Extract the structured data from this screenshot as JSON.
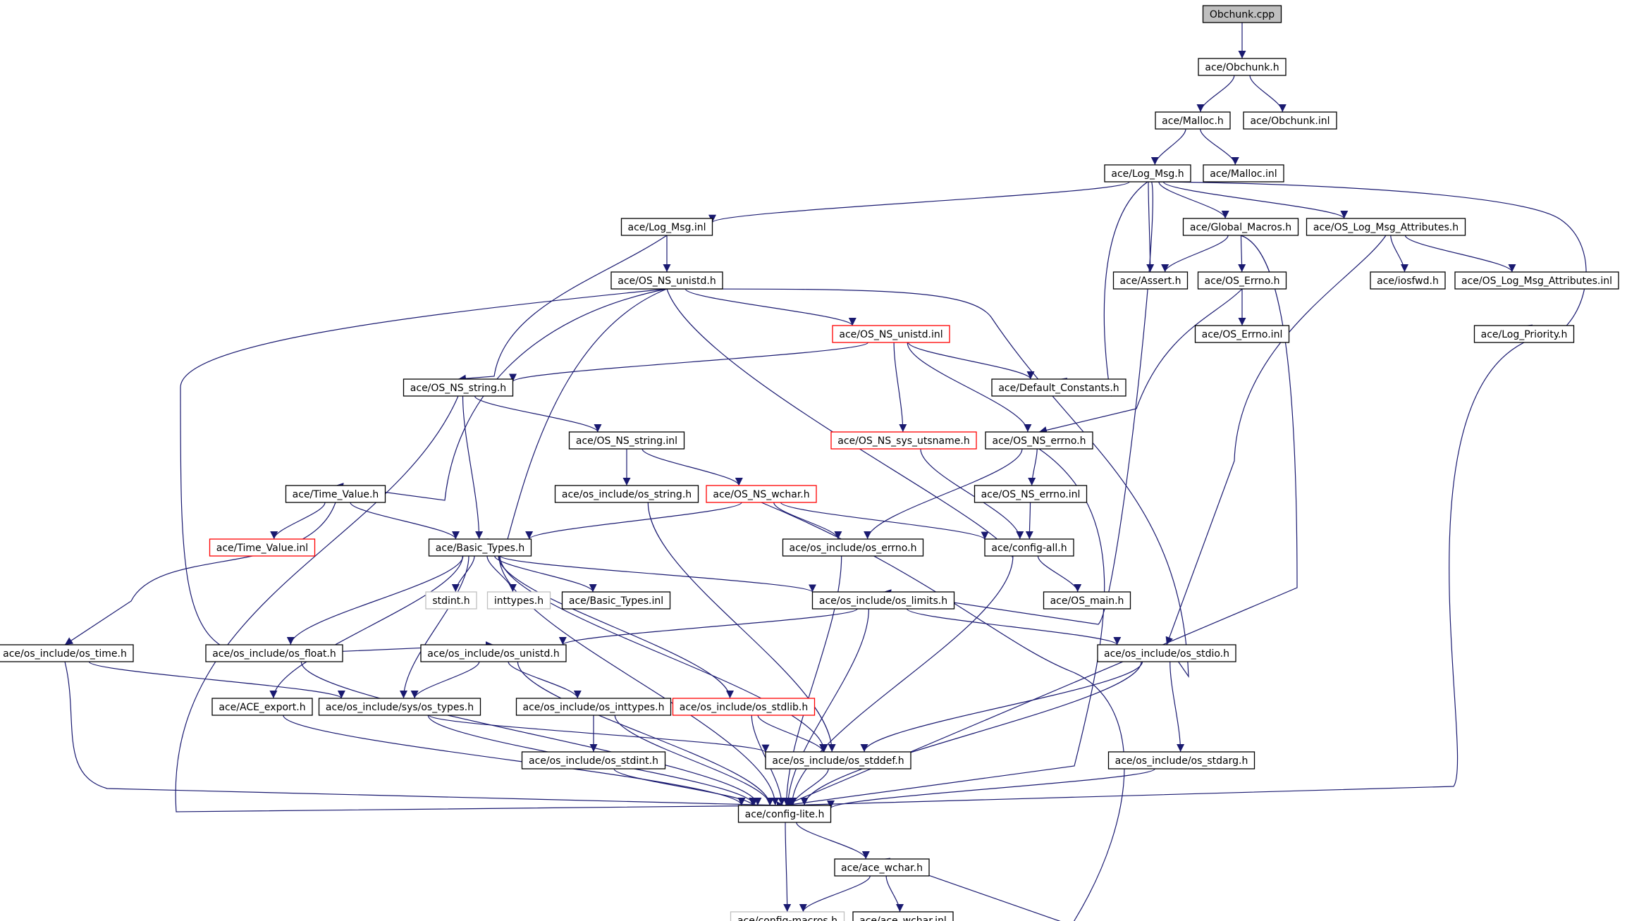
{
  "nodes": [
    {
      "id": "obchunk_cpp",
      "label": "Obchunk.cpp",
      "style": "root"
    },
    {
      "id": "obchunk_h",
      "label": "ace/Obchunk.h",
      "style": "normal"
    },
    {
      "id": "malloc_h",
      "label": "ace/Malloc.h",
      "style": "normal"
    },
    {
      "id": "obchunk_inl",
      "label": "ace/Obchunk.inl",
      "style": "normal"
    },
    {
      "id": "log_msg_h",
      "label": "ace/Log_Msg.h",
      "style": "normal"
    },
    {
      "id": "malloc_inl",
      "label": "ace/Malloc.inl",
      "style": "normal"
    },
    {
      "id": "log_msg_inl",
      "label": "ace/Log_Msg.inl",
      "style": "normal"
    },
    {
      "id": "global_macros_h",
      "label": "ace/Global_Macros.h",
      "style": "normal"
    },
    {
      "id": "os_log_msg_attr_h",
      "label": "ace/OS_Log_Msg_Attributes.h",
      "style": "normal"
    },
    {
      "id": "os_ns_unistd_h",
      "label": "ace/OS_NS_unistd.h",
      "style": "normal"
    },
    {
      "id": "assert_h",
      "label": "ace/Assert.h",
      "style": "normal"
    },
    {
      "id": "os_errno_h",
      "label": "ace/OS_Errno.h",
      "style": "normal"
    },
    {
      "id": "iosfwd_h",
      "label": "ace/iosfwd.h",
      "style": "normal"
    },
    {
      "id": "os_log_msg_attr_inl",
      "label": "ace/OS_Log_Msg_Attributes.inl",
      "style": "normal"
    },
    {
      "id": "os_ns_unistd_inl",
      "label": "ace/OS_NS_unistd.inl",
      "style": "red"
    },
    {
      "id": "os_errno_inl",
      "label": "ace/OS_Errno.inl",
      "style": "normal"
    },
    {
      "id": "log_priority_h",
      "label": "ace/Log_Priority.h",
      "style": "normal"
    },
    {
      "id": "os_ns_string_h",
      "label": "ace/OS_NS_string.h",
      "style": "normal"
    },
    {
      "id": "default_constants_h",
      "label": "ace/Default_Constants.h",
      "style": "normal"
    },
    {
      "id": "os_ns_string_inl",
      "label": "ace/OS_NS_string.inl",
      "style": "normal"
    },
    {
      "id": "os_ns_sys_utsname_h",
      "label": "ace/OS_NS_sys_utsname.h",
      "style": "red"
    },
    {
      "id": "os_ns_errno_h",
      "label": "ace/OS_NS_errno.h",
      "style": "normal"
    },
    {
      "id": "time_value_h",
      "label": "ace/Time_Value.h",
      "style": "normal"
    },
    {
      "id": "os_include_os_string_h",
      "label": "ace/os_include/os_string.h",
      "style": "normal"
    },
    {
      "id": "os_ns_wchar_h",
      "label": "ace/OS_NS_wchar.h",
      "style": "red"
    },
    {
      "id": "os_ns_errno_inl",
      "label": "ace/OS_NS_errno.inl",
      "style": "normal"
    },
    {
      "id": "time_value_inl",
      "label": "ace/Time_Value.inl",
      "style": "red"
    },
    {
      "id": "basic_types_h",
      "label": "ace/Basic_Types.h",
      "style": "normal"
    },
    {
      "id": "os_include_os_errno_h",
      "label": "ace/os_include/os_errno.h",
      "style": "normal"
    },
    {
      "id": "config_all_h",
      "label": "ace/config-all.h",
      "style": "normal"
    },
    {
      "id": "stdint_h",
      "label": "stdint.h",
      "style": "gray"
    },
    {
      "id": "inttypes_h",
      "label": "inttypes.h",
      "style": "gray"
    },
    {
      "id": "basic_types_inl",
      "label": "ace/Basic_Types.inl",
      "style": "normal"
    },
    {
      "id": "os_include_os_limits_h",
      "label": "ace/os_include/os_limits.h",
      "style": "normal"
    },
    {
      "id": "os_main_h",
      "label": "ace/OS_main.h",
      "style": "normal"
    },
    {
      "id": "os_include_os_time_h",
      "label": "ace/os_include/os_time.h",
      "style": "normal"
    },
    {
      "id": "os_include_os_float_h",
      "label": "ace/os_include/os_float.h",
      "style": "normal"
    },
    {
      "id": "os_include_os_unistd_h",
      "label": "ace/os_include/os_unistd.h",
      "style": "normal"
    },
    {
      "id": "os_include_os_stdio_h",
      "label": "ace/os_include/os_stdio.h",
      "style": "normal"
    },
    {
      "id": "ace_export_h",
      "label": "ace/ACE_export.h",
      "style": "normal"
    },
    {
      "id": "os_include_sys_os_types_h",
      "label": "ace/os_include/sys/os_types.h",
      "style": "normal"
    },
    {
      "id": "os_include_os_inttypes_h",
      "label": "ace/os_include/os_inttypes.h",
      "style": "normal"
    },
    {
      "id": "os_include_os_stdlib_h",
      "label": "ace/os_include/os_stdlib.h",
      "style": "red"
    },
    {
      "id": "os_include_os_stdint_h",
      "label": "ace/os_include/os_stdint.h",
      "style": "normal"
    },
    {
      "id": "os_include_os_stddef_h",
      "label": "ace/os_include/os_stddef.h",
      "style": "normal"
    },
    {
      "id": "os_include_os_stdarg_h",
      "label": "ace/os_include/os_stdarg.h",
      "style": "normal"
    },
    {
      "id": "config_lite_h",
      "label": "ace/config-lite.h",
      "style": "normal"
    },
    {
      "id": "ace_wchar_h",
      "label": "ace/ace_wchar.h",
      "style": "normal"
    },
    {
      "id": "config_macros_h",
      "label": "ace/config-macros.h",
      "style": "gray"
    },
    {
      "id": "ace_wchar_inl",
      "label": "ace/ace_wchar.inl",
      "style": "normal"
    }
  ],
  "edges": [
    [
      "obchunk_cpp",
      "obchunk_h"
    ],
    [
      "obchunk_h",
      "malloc_h"
    ],
    [
      "obchunk_h",
      "obchunk_inl"
    ],
    [
      "malloc_h",
      "log_msg_h"
    ],
    [
      "malloc_h",
      "malloc_inl"
    ],
    [
      "log_msg_h",
      "log_msg_inl"
    ],
    [
      "log_msg_h",
      "global_macros_h"
    ],
    [
      "log_msg_h",
      "os_log_msg_attr_h"
    ],
    [
      "log_msg_h",
      "assert_h"
    ],
    [
      "log_msg_h",
      "default_constants_h"
    ],
    [
      "log_msg_h",
      "log_priority_h"
    ],
    [
      "log_msg_h",
      "os_include_os_limits_h"
    ],
    [
      "log_msg_inl",
      "os_ns_unistd_h"
    ],
    [
      "log_msg_inl",
      "os_ns_string_h"
    ],
    [
      "global_macros_h",
      "assert_h"
    ],
    [
      "global_macros_h",
      "os_errno_h"
    ],
    [
      "global_macros_h",
      "config_lite_h"
    ],
    [
      "os_log_msg_attr_h",
      "iosfwd_h"
    ],
    [
      "os_log_msg_attr_h",
      "os_log_msg_attr_inl"
    ],
    [
      "os_log_msg_attr_h",
      "os_include_os_stdio_h"
    ],
    [
      "os_errno_h",
      "os_errno_inl"
    ],
    [
      "os_errno_h",
      "os_ns_errno_h"
    ],
    [
      "os_ns_unistd_h",
      "os_ns_unistd_inl"
    ],
    [
      "os_ns_unistd_h",
      "time_value_h"
    ],
    [
      "os_ns_unistd_h",
      "basic_types_h"
    ],
    [
      "os_ns_unistd_h",
      "config_all_h"
    ],
    [
      "os_ns_unistd_h",
      "os_include_os_unistd_h"
    ],
    [
      "os_ns_unistd_h",
      "os_include_os_stdio_h"
    ],
    [
      "os_ns_unistd_inl",
      "os_ns_string_h"
    ],
    [
      "os_ns_unistd_inl",
      "default_constants_h"
    ],
    [
      "os_ns_unistd_inl",
      "os_ns_sys_utsname_h"
    ],
    [
      "os_ns_unistd_inl",
      "os_ns_errno_h"
    ],
    [
      "os_ns_string_h",
      "os_ns_string_inl"
    ],
    [
      "os_ns_string_h",
      "basic_types_h"
    ],
    [
      "os_ns_string_h",
      "config_lite_h"
    ],
    [
      "os_ns_string_inl",
      "os_include_os_string_h"
    ],
    [
      "os_ns_string_inl",
      "os_ns_wchar_h"
    ],
    [
      "os_ns_sys_utsname_h",
      "config_all_h"
    ],
    [
      "os_ns_errno_h",
      "os_ns_errno_inl"
    ],
    [
      "os_ns_errno_h",
      "os_include_os_errno_h"
    ],
    [
      "os_ns_errno_h",
      "config_lite_h"
    ],
    [
      "os_ns_errno_inl",
      "config_all_h"
    ],
    [
      "time_value_h",
      "time_value_inl"
    ],
    [
      "time_value_h",
      "basic_types_h"
    ],
    [
      "time_value_h",
      "os_include_os_time_h"
    ],
    [
      "os_include_os_string_h",
      "os_include_os_stddef_h"
    ],
    [
      "os_ns_wchar_h",
      "basic_types_h"
    ],
    [
      "os_ns_wchar_h",
      "os_include_os_errno_h"
    ],
    [
      "os_ns_wchar_h",
      "config_all_h"
    ],
    [
      "os_ns_wchar_h",
      "ace_wchar_h"
    ],
    [
      "basic_types_h",
      "stdint_h"
    ],
    [
      "basic_types_h",
      "inttypes_h"
    ],
    [
      "basic_types_h",
      "basic_types_inl"
    ],
    [
      "basic_types_h",
      "os_include_os_limits_h"
    ],
    [
      "basic_types_h",
      "os_include_os_float_h"
    ],
    [
      "basic_types_h",
      "ace_export_h"
    ],
    [
      "basic_types_h",
      "os_include_sys_os_types_h"
    ],
    [
      "basic_types_h",
      "os_include_os_stdlib_h"
    ],
    [
      "basic_types_h",
      "os_include_os_stddef_h"
    ],
    [
      "basic_types_h",
      "config_lite_h"
    ],
    [
      "os_include_os_errno_h",
      "config_lite_h"
    ],
    [
      "config_all_h",
      "os_main_h"
    ],
    [
      "config_all_h",
      "config_lite_h"
    ],
    [
      "os_include_os_limits_h",
      "os_include_os_unistd_h"
    ],
    [
      "os_include_os_limits_h",
      "os_include_os_stdio_h"
    ],
    [
      "os_include_os_limits_h",
      "config_lite_h"
    ],
    [
      "os_include_os_time_h",
      "os_include_sys_os_types_h"
    ],
    [
      "os_include_os_time_h",
      "config_lite_h"
    ],
    [
      "os_include_os_float_h",
      "config_lite_h"
    ],
    [
      "os_include_os_unistd_h",
      "os_include_sys_os_types_h"
    ],
    [
      "os_include_os_unistd_h",
      "os_include_os_inttypes_h"
    ],
    [
      "os_include_os_unistd_h",
      "config_lite_h"
    ],
    [
      "os_include_os_stdio_h",
      "os_include_os_stddef_h"
    ],
    [
      "os_include_os_stdio_h",
      "os_include_os_stdarg_h"
    ],
    [
      "os_include_os_stdio_h",
      "config_lite_h"
    ],
    [
      "ace_export_h",
      "config_lite_h"
    ],
    [
      "os_include_sys_os_types_h",
      "os_include_os_stddef_h"
    ],
    [
      "os_include_sys_os_types_h",
      "config_lite_h"
    ],
    [
      "os_include_os_inttypes_h",
      "os_include_os_stdint_h"
    ],
    [
      "os_include_os_inttypes_h",
      "config_lite_h"
    ],
    [
      "os_include_os_stdlib_h",
      "os_include_os_stddef_h"
    ],
    [
      "os_include_os_stdlib_h",
      "config_lite_h"
    ],
    [
      "os_include_os_stdint_h",
      "config_lite_h"
    ],
    [
      "os_include_os_stddef_h",
      "config_lite_h"
    ],
    [
      "os_include_os_stdarg_h",
      "config_lite_h"
    ],
    [
      "log_priority_h",
      "config_lite_h"
    ],
    [
      "config_lite_h",
      "ace_wchar_h"
    ],
    [
      "config_lite_h",
      "config_macros_h"
    ],
    [
      "ace_wchar_h",
      "config_macros_h"
    ],
    [
      "ace_wchar_h",
      "ace_wchar_inl"
    ]
  ],
  "colors": {
    "edge": "#191970",
    "border_normal": "#000000",
    "border_red": "#ff0000",
    "border_gray": "#bfbfbf",
    "root_fill": "#bfbfbf",
    "node_fill": "#ffffff",
    "text": "#000000"
  }
}
